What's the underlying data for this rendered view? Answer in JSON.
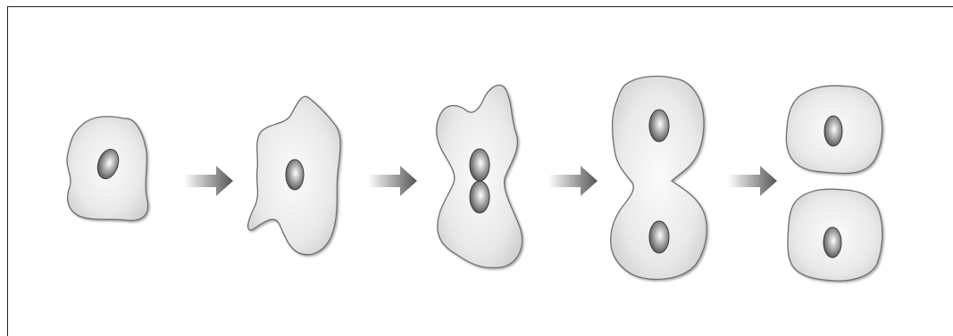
{
  "diagram": {
    "stages": [
      {
        "id": "interphase-cell",
        "nuclei": 1
      },
      {
        "id": "elongating-cell",
        "nuclei": 1
      },
      {
        "id": "dividing-nucleus-cell",
        "nuclei": 2
      },
      {
        "id": "pinching-cell",
        "nuclei": 2
      },
      {
        "id": "daughter-cells",
        "cells": 2,
        "nuclei": 2
      }
    ],
    "arrows": 4,
    "colors": {
      "cell_fill_center": "#f8f8f8",
      "cell_fill_edge": "#d6d6d6",
      "cell_stroke": "#6e6e6e",
      "nucleus_dark": "#4a4a4a",
      "nucleus_light": "#ffffff",
      "arrow_dark": "#595959",
      "arrow_light": "#ffffff",
      "frame": "#222222"
    }
  }
}
